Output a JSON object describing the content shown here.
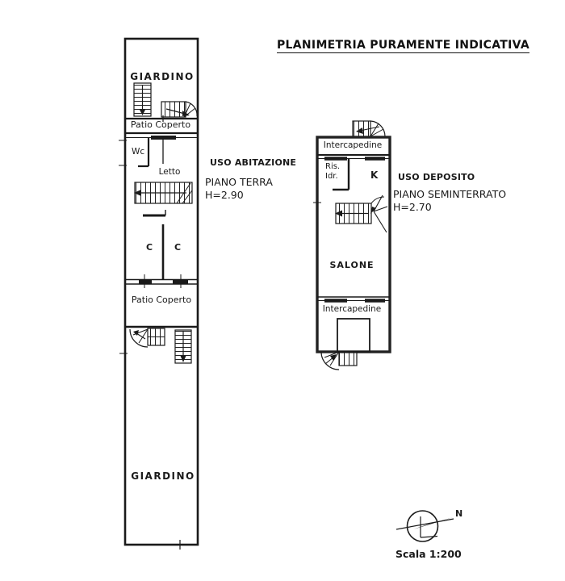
{
  "title": "PLANIMETRIA PURAMENTE INDICATIVA",
  "left_unit": {
    "garden_top": "GIARDINO",
    "patio_top": "Patio Coperto",
    "wc": "Wc",
    "bedroom": "Letto",
    "closet_left": "C",
    "closet_right": "C",
    "patio_bottom": "Patio Coperto",
    "garden_bottom": "GIARDINO",
    "use_label": "USO ABITAZIONE",
    "floor_label": "PIANO TERRA",
    "height_label": "H=2.90"
  },
  "right_unit": {
    "cavity_top": "Intercapedine",
    "water_riser_line1": "Ris.",
    "water_riser_line2": "Idr.",
    "kitchen": "K",
    "living_room": "SALONE",
    "cavity_bottom": "Intercapedine",
    "use_label": "USO DEPOSITO",
    "floor_label": "PIANO SEMINTERRATO",
    "height_label": "H=2.70"
  },
  "compass": {
    "north": "N",
    "scale": "Scala 1:200"
  },
  "colors": {
    "ink": "#1a1a1a",
    "background": "#ffffff"
  }
}
